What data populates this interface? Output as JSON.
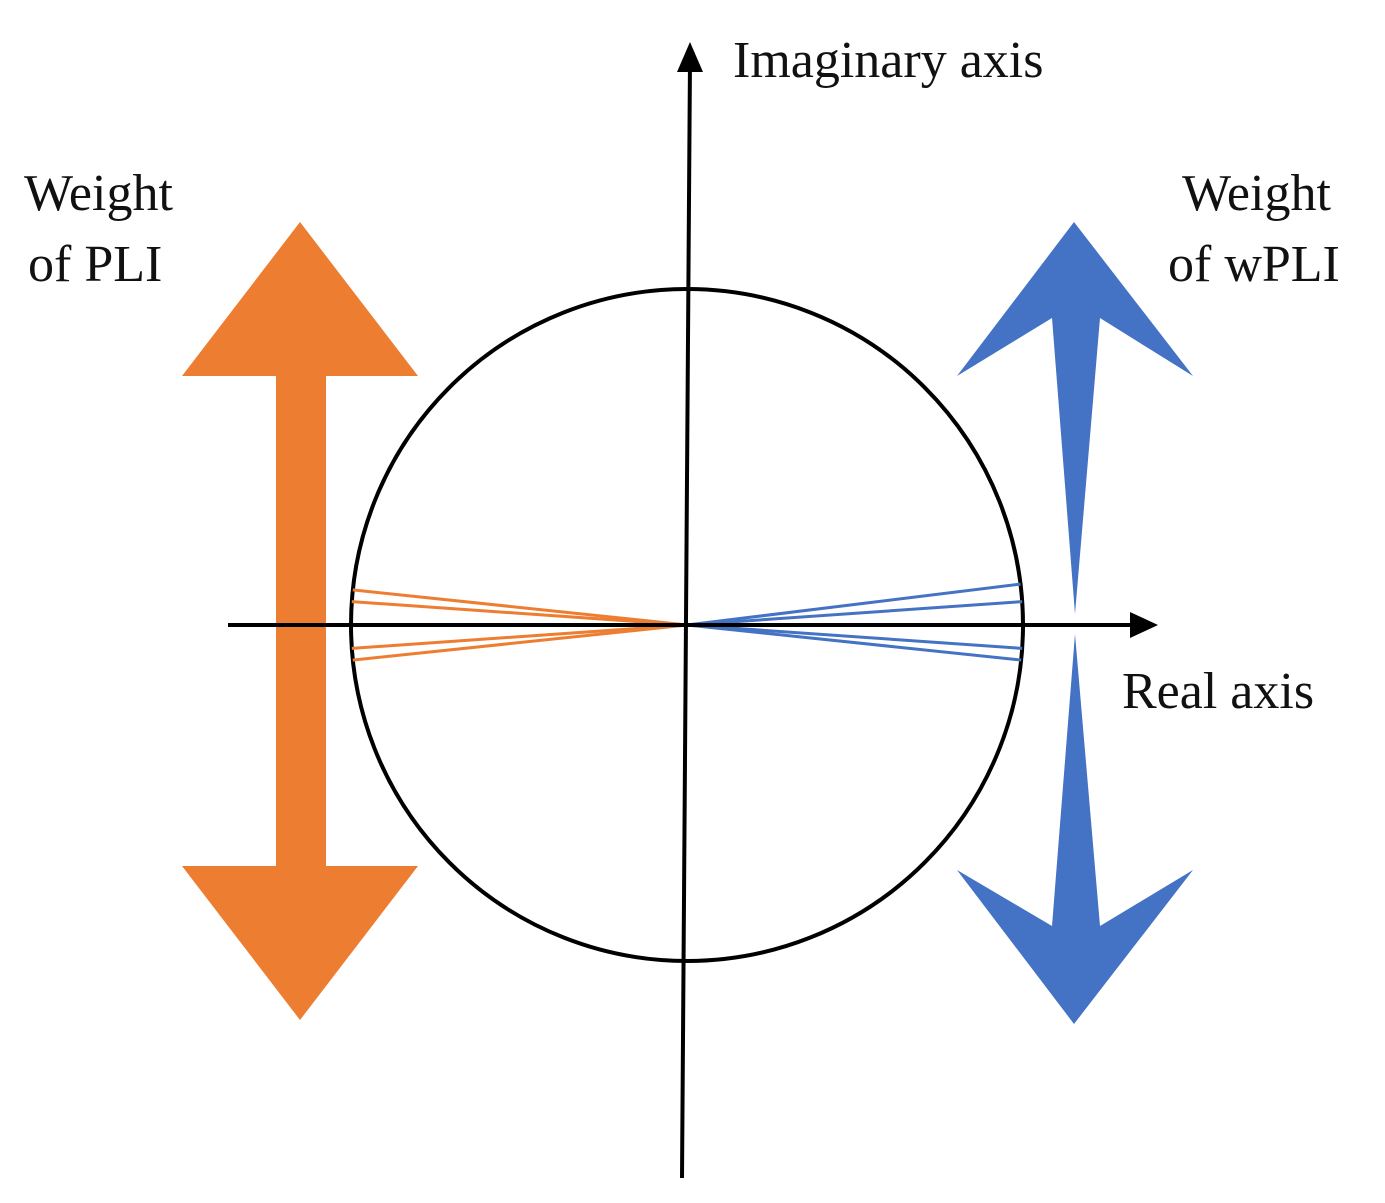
{
  "labels": {
    "imaginary_axis": "Imaginary axis",
    "real_axis": "Real axis",
    "pli_weight_line1": "Weight",
    "pli_weight_line2": "of PLI",
    "wpli_weight_line1": "Weight",
    "wpli_weight_line2": "of wPLI"
  },
  "colors": {
    "pli": "#ED7D31",
    "wpli": "#4472C4",
    "axes": "#000000",
    "circle": "#000000"
  },
  "vectors": {
    "pli_angles_deg": [
      174,
      176,
      180,
      184,
      186
    ],
    "wpli_angles_deg": [
      7,
      4,
      0,
      -4,
      -6
    ]
  },
  "icons": {
    "pli_arrow": "double-headed-arrow-uniform",
    "wpli_arrow": "double-headed-arrow-tapered"
  }
}
